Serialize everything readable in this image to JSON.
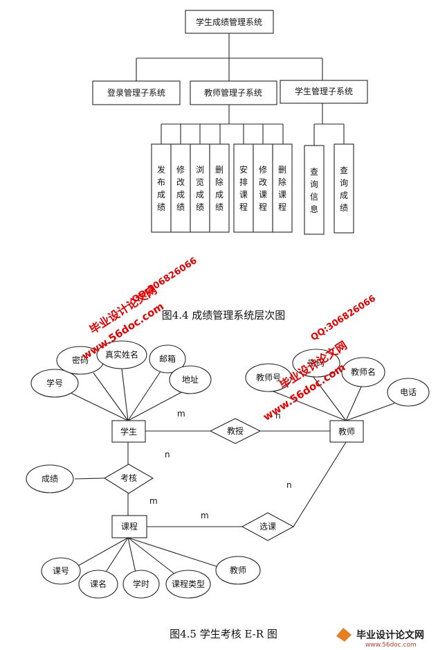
{
  "hierarchy": {
    "root": "学生成绩管理系统",
    "subsystems": [
      "登录管理子系统",
      "教师管理子系统",
      "学生管理子系统"
    ],
    "teacher_functions": [
      "发布成绩",
      "修改成绩",
      "浏览成绩",
      "删除成绩",
      "安排课程",
      "修改课程",
      "删除课程"
    ],
    "student_functions": [
      "查询信息",
      "查询成绩"
    ],
    "caption": "图4.4 成绩管理系统层次图"
  },
  "er": {
    "entities": {
      "student": "学生",
      "teacher": "教师",
      "course": "课程"
    },
    "relations": {
      "teach": "教授",
      "exam": "考核",
      "select": "选课"
    },
    "student_attrs": {
      "id": "学号",
      "pwd": "密码",
      "name": "真实姓名",
      "mail": "邮箱",
      "addr": "地址"
    },
    "teacher_attrs": {
      "id": "教师号",
      "pwd": "密码",
      "name": "教师名",
      "phone": "电话"
    },
    "course_attrs": {
      "id": "课号",
      "name": "课名",
      "hours": "学时",
      "type": "课程类型",
      "teacher": "教师"
    },
    "exam_attr": "成绩",
    "cardinality": {
      "m": "m",
      "n": "n"
    },
    "caption": "图4.5 学生考核 E-R 图"
  },
  "watermarks": {
    "site": "毕业设计论文网",
    "url": "www.56doc.com",
    "qq": "QQ:306826066"
  }
}
